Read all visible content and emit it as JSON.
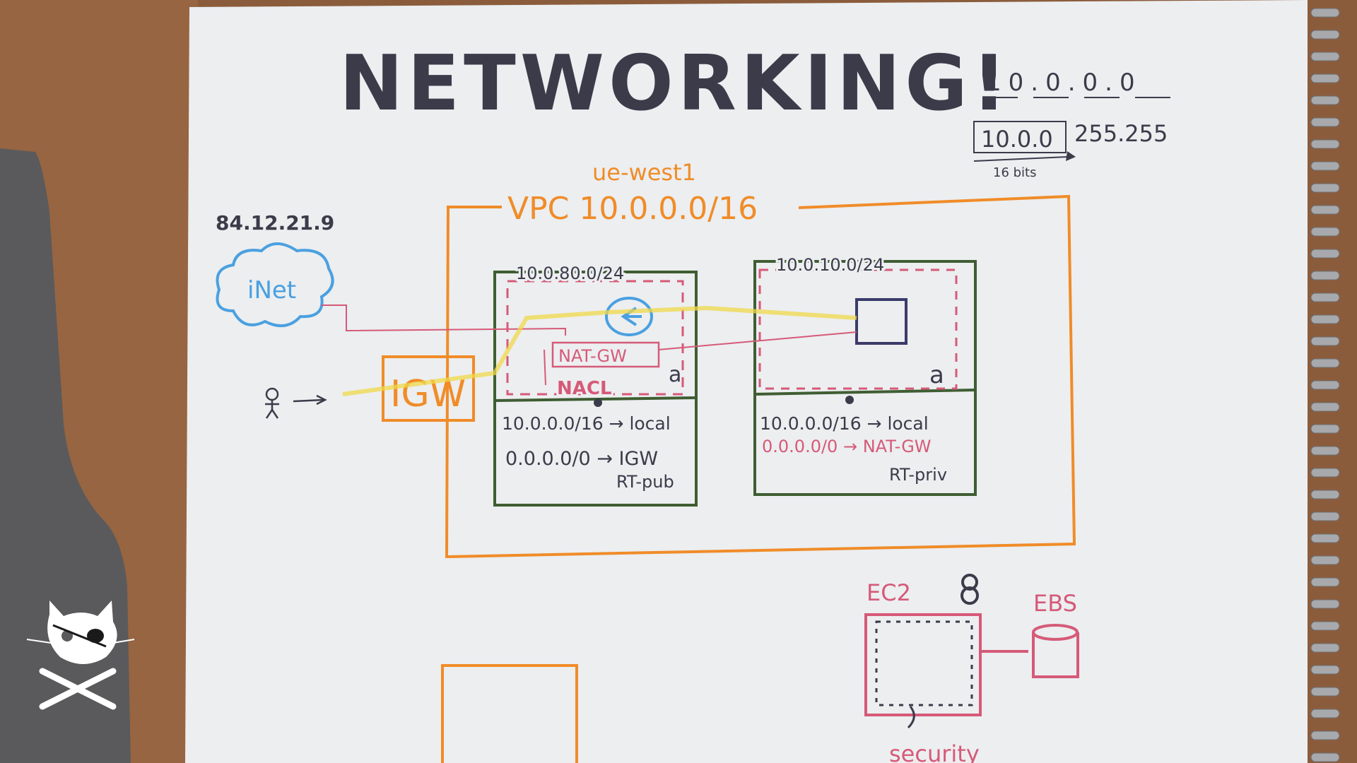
{
  "title": "NETWORKING!",
  "subnet_calc": {
    "address": "10.0.0.0",
    "prefix_boxed": "10.0.0",
    "host_part": "255.255",
    "bits_label": "16 bits"
  },
  "region": "ue-west1",
  "vpc_label": "VPC 10.0.0.0/16",
  "internet": {
    "public_ip": "84.12.21.9",
    "cloud_label": "iNet"
  },
  "igw_label": "IGW",
  "public_subnet": {
    "cidr": "10.0.80.0/24",
    "nat_label": "NAT-GW",
    "nacl_label": "NACL",
    "az_label": "a",
    "route_table": {
      "routes": [
        "10.0.0.0/16 → local",
        "0.0.0.0/0 → IGW"
      ],
      "name": "RT-pub"
    }
  },
  "private_subnet": {
    "cidr": "10.0.10.0/24",
    "az_label": "a",
    "route_table": {
      "routes": [
        "10.0.0.0/16 → local",
        "0.0.0.0/0 → NAT-GW"
      ],
      "name": "RT-priv"
    }
  },
  "ec2_section": {
    "ec2_label": "EC2",
    "ebs_label": "EBS",
    "security_label": "security"
  },
  "colors": {
    "paper": "#eceef0",
    "orange": "#f08c28",
    "green": "#3f5d32",
    "red": "#d65a78",
    "blue": "#4aa0e0",
    "yellow": "#f0d84a",
    "ink": "#3b3b4a"
  },
  "icons": [
    "cloud-icon",
    "person-icon",
    "nat-gateway-icon",
    "ec2-instance-icon",
    "ebs-volume-icon",
    "pirate-cat-logo-icon"
  ]
}
